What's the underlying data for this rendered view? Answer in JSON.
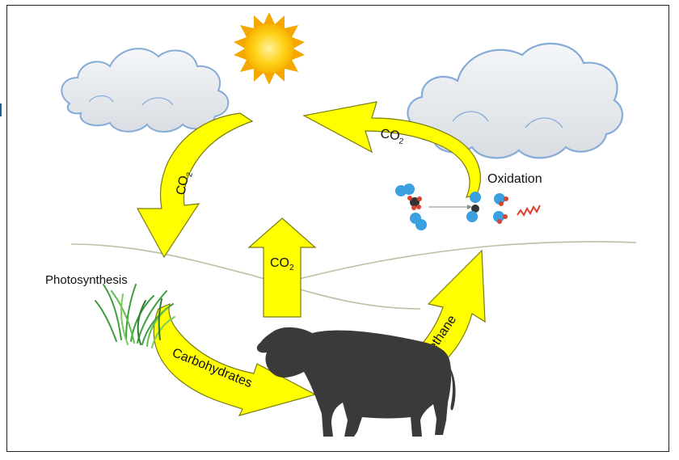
{
  "labels": {
    "photosynthesis": "Photosynthesis",
    "oxidation": "Oxidation",
    "carbohydrates": "Carbohydrates",
    "methane": "Methane",
    "co2_main": "CO",
    "co2_sub": "2"
  },
  "icons": {
    "sun": "sun-icon",
    "cloud_left": "cloud-icon",
    "cloud_right": "cloud-icon",
    "grass": "grass-icon",
    "cow": "cow-icon",
    "molecules": "molecule-icon"
  },
  "colors": {
    "arrow_fill": "#ffff00",
    "arrow_stroke": "#8a8a00",
    "cloud_fill": "#e9ecef",
    "cloud_stroke": "#7fa6d6",
    "sun": "#ffd21a",
    "cow": "#3a3a3a",
    "grass": "#4caf50",
    "ground_line": "#b5bfa0",
    "molecule_blue": "#3aa0e0",
    "molecule_red": "#d6452d"
  }
}
